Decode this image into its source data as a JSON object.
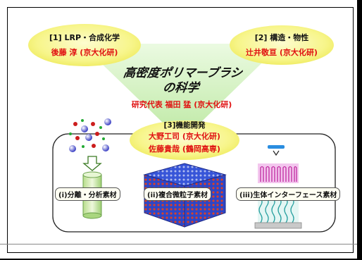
{
  "groups": {
    "g1": {
      "title": "[1] LRP・合成化学",
      "leader": "後藤 淳 (京大化研)"
    },
    "g2": {
      "title": "[2] 構造・物性",
      "leader": "辻井敬亘 (京大化研)"
    },
    "g3": {
      "title": "[3]機能開発",
      "leader1": "大野工司 (京大化研)",
      "leader2": "佐藤貴哉 (鶴岡高専)"
    }
  },
  "center": {
    "title_line1": "高密度ポリマーブラシ",
    "title_line2": "の科学",
    "rep": "研究代表 福田 猛 (京大化研)"
  },
  "materials": {
    "i": "(i)分離・分析素材",
    "ii": "(ii)複合微粒子素材",
    "iii": "(iii)生体インターフェース素材"
  },
  "colors": {
    "ellipse_fill": "#f7f58a",
    "triangle": "#ccefb0",
    "accent_red": "#e01010"
  }
}
